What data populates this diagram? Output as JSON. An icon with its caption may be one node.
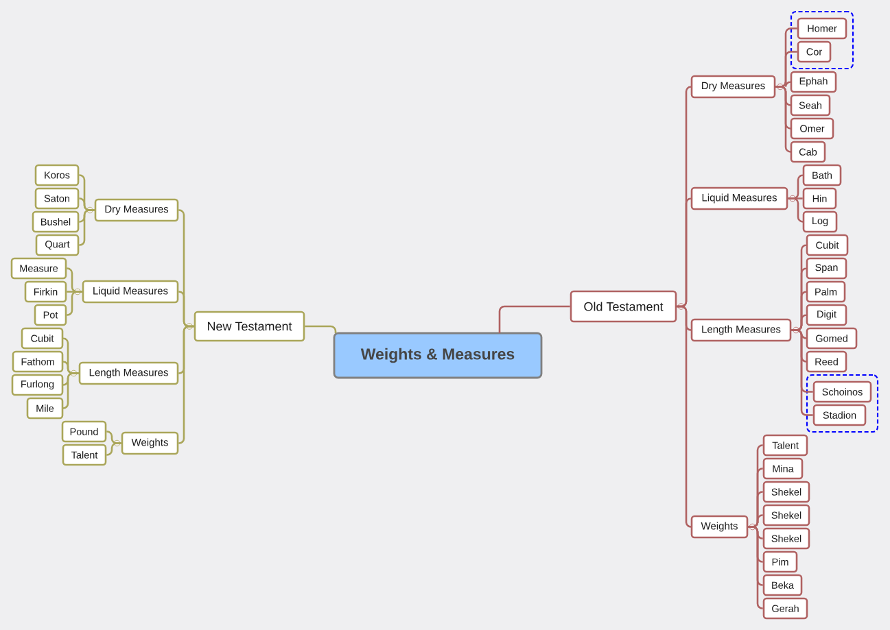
{
  "diagram": {
    "nodes": [
      {
        "text": [
          "Weights & Measures"
        ]
      },
      {
        "text": [
          "New Testament"
        ]
      },
      {
        "text": [
          "Dry Measures"
        ]
      },
      {
        "text": [
          "Koros"
        ]
      },
      {
        "text": [
          "Saton"
        ]
      },
      {
        "text": [
          "Bushel"
        ]
      },
      {
        "text": [
          "Quart"
        ]
      },
      {
        "text": [
          "Liquid Measures"
        ]
      },
      {
        "text": [
          "Measure"
        ]
      },
      {
        "text": [
          "Firkin"
        ]
      },
      {
        "text": [
          "Pot"
        ]
      },
      {
        "text": [
          "Length Measures"
        ]
      },
      {
        "text": [
          "Cubit"
        ]
      },
      {
        "text": [
          "Fathom"
        ]
      },
      {
        "text": [
          "Furlong"
        ]
      },
      {
        "text": [
          "Mile"
        ]
      },
      {
        "text": [
          "Weights"
        ]
      },
      {
        "text": [
          "Pound"
        ]
      },
      {
        "text": [
          "Talent"
        ]
      },
      {
        "text": [
          "Old Testament"
        ]
      },
      {
        "text": [
          "Dry Measures"
        ]
      },
      {
        "text": [],
        "shape": "box"
      },
      {
        "text": [
          "Homer"
        ],
        "in": 21
      },
      {
        "text": [
          "Cor"
        ],
        "in": 21
      },
      {
        "text": [
          "Ephah"
        ]
      },
      {
        "text": [
          "Seah"
        ]
      },
      {
        "text": [
          "Omer"
        ]
      },
      {
        "text": [
          "Cab"
        ]
      },
      {
        "text": [
          "Liquid Measures"
        ]
      },
      {
        "text": [
          "Bath"
        ]
      },
      {
        "text": [
          "Hin"
        ]
      },
      {
        "text": [
          "Log"
        ]
      },
      {
        "text": [
          "Length Measures"
        ]
      },
      {
        "text": [
          "Cubit"
        ]
      },
      {
        "text": [
          "Span"
        ]
      },
      {
        "text": [
          "Palm"
        ]
      },
      {
        "text": [
          "Digit"
        ]
      },
      {
        "text": [
          "Gomed"
        ]
      },
      {
        "text": [
          "Reed"
        ]
      },
      {
        "text": [],
        "shape": "box"
      },
      {
        "text": [
          "Schoinos"
        ],
        "in": 39
      },
      {
        "text": [
          "Stadion"
        ],
        "in": 39
      },
      {
        "text": [
          "Weights"
        ]
      },
      {
        "text": [
          "Talent"
        ]
      },
      {
        "text": [
          "Mina"
        ]
      },
      {
        "text": [
          "Shekel"
        ]
      },
      {
        "text": [
          "Shekel"
        ]
      },
      {
        "text": [
          "Shekel"
        ]
      },
      {
        "text": [
          "Pim"
        ]
      },
      {
        "text": [
          "Beka"
        ]
      },
      {
        "text": [
          "Gerah"
        ]
      }
    ],
    "edges": [
      {
        "from": 0,
        "to": 1,
        "arrow": "none",
        "color": "#aaa65a"
      },
      {
        "from": 1,
        "to": 2,
        "arrow": "none",
        "color": "#aaa65a"
      },
      {
        "from": 1,
        "to": 7,
        "arrow": "none",
        "color": "#aaa65a"
      },
      {
        "from": 1,
        "to": 11,
        "arrow": "none",
        "color": "#aaa65a"
      },
      {
        "from": 1,
        "to": 16,
        "arrow": "none",
        "color": "#aaa65a"
      },
      {
        "from": 2,
        "to": 3,
        "arrow": "none",
        "color": "#aaa65a"
      },
      {
        "from": 2,
        "to": 4,
        "arrow": "none",
        "color": "#aaa65a"
      },
      {
        "from": 2,
        "to": 5,
        "arrow": "none",
        "color": "#aaa65a"
      },
      {
        "from": 2,
        "to": 6,
        "arrow": "none",
        "color": "#aaa65a"
      },
      {
        "from": 7,
        "to": 8,
        "arrow": "none",
        "color": "#aaa65a"
      },
      {
        "from": 7,
        "to": 9,
        "arrow": "none",
        "color": "#aaa65a"
      },
      {
        "from": 7,
        "to": 10,
        "arrow": "none",
        "color": "#aaa65a"
      },
      {
        "from": 11,
        "to": 12,
        "arrow": "none",
        "color": "#aaa65a"
      },
      {
        "from": 11,
        "to": 13,
        "arrow": "none",
        "color": "#aaa65a"
      },
      {
        "from": 11,
        "to": 14,
        "arrow": "none",
        "color": "#aaa65a"
      },
      {
        "from": 11,
        "to": 15,
        "arrow": "none",
        "color": "#aaa65a"
      },
      {
        "from": 16,
        "to": 17,
        "arrow": "none",
        "color": "#aaa65a"
      },
      {
        "from": 16,
        "to": 18,
        "arrow": "none",
        "color": "#aaa65a"
      },
      {
        "from": 0,
        "to": 19,
        "arrow": "none"
      },
      {
        "from": 19,
        "to": 20,
        "arrow": "none"
      },
      {
        "from": 19,
        "to": 28,
        "arrow": "none"
      },
      {
        "from": 19,
        "to": 32,
        "arrow": "none"
      },
      {
        "from": 19,
        "to": 42,
        "arrow": "none"
      },
      {
        "from": 20,
        "to": 22,
        "arrow": "none"
      },
      {
        "from": 20,
        "to": 23,
        "arrow": "none"
      },
      {
        "from": 20,
        "to": 24,
        "arrow": "none"
      },
      {
        "from": 20,
        "to": 25,
        "arrow": "none"
      },
      {
        "from": 20,
        "to": 26,
        "arrow": "none"
      },
      {
        "from": 20,
        "to": 27,
        "arrow": "none"
      },
      {
        "from": 28,
        "to": 29,
        "arrow": "none"
      },
      {
        "from": 28,
        "to": 30,
        "arrow": "none"
      },
      {
        "from": 28,
        "to": 31,
        "arrow": "none"
      },
      {
        "from": 32,
        "to": 33,
        "arrow": "none"
      },
      {
        "from": 32,
        "to": 34,
        "arrow": "none"
      },
      {
        "from": 32,
        "to": 35,
        "arrow": "none"
      },
      {
        "from": 32,
        "to": 36,
        "arrow": "none"
      },
      {
        "from": 32,
        "to": 37,
        "arrow": "none"
      },
      {
        "from": 32,
        "to": 38,
        "arrow": "none"
      },
      {
        "from": 32,
        "to": 40,
        "arrow": "none"
      },
      {
        "from": 32,
        "to": 41,
        "arrow": "none"
      },
      {
        "from": 42,
        "to": 43,
        "arrow": "none"
      },
      {
        "from": 42,
        "to": 44,
        "arrow": "none"
      },
      {
        "from": 42,
        "to": 45,
        "arrow": "none"
      },
      {
        "from": 42,
        "to": 46,
        "arrow": "none"
      },
      {
        "from": 42,
        "to": 47,
        "arrow": "none"
      },
      {
        "from": 42,
        "to": 48,
        "arrow": "none"
      },
      {
        "from": 42,
        "to": 49,
        "arrow": "none"
      },
      {
        "from": 42,
        "to": 50,
        "arrow": "none"
      }
    ]
  }
}
